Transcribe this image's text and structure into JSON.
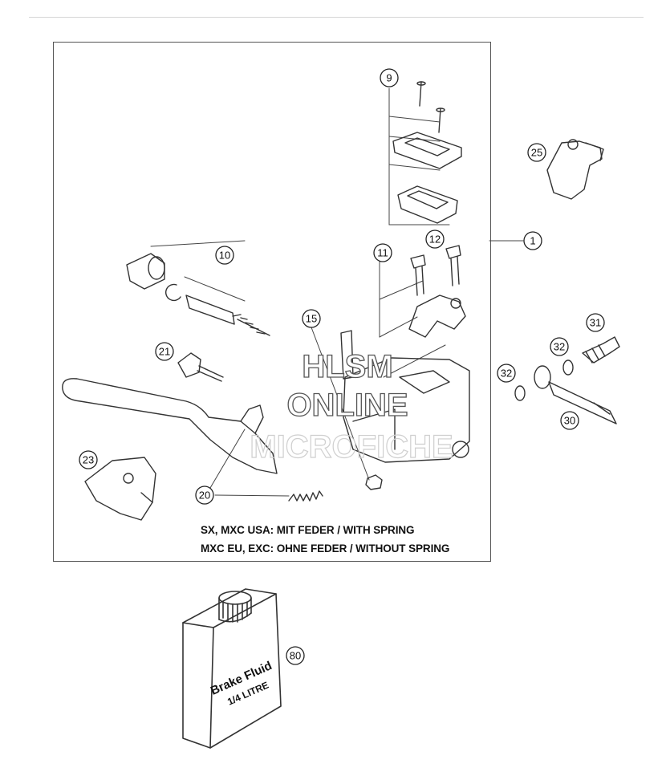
{
  "notes": {
    "with_spring": "SX, MXC USA: MIT FEDER / WITH SPRING",
    "without_spring": "MXC EU, EXC: OHNE FEDER / WITHOUT SPRING"
  },
  "watermark": {
    "line1": "HLSM",
    "line2": "ONLINE",
    "line3": "MICROFICHE"
  },
  "bottle": {
    "label_line1": "Brake Fluid",
    "label_line2": "1/4 LITRE"
  },
  "callouts": {
    "c1": "1",
    "c9": "9",
    "c10": "10",
    "c11": "11",
    "c12": "12",
    "c15": "15",
    "c20": "20",
    "c21": "21",
    "c23": "23",
    "c25": "25",
    "c30": "30",
    "c31": "31",
    "c32a": "32",
    "c32b": "32",
    "c80": "80"
  }
}
